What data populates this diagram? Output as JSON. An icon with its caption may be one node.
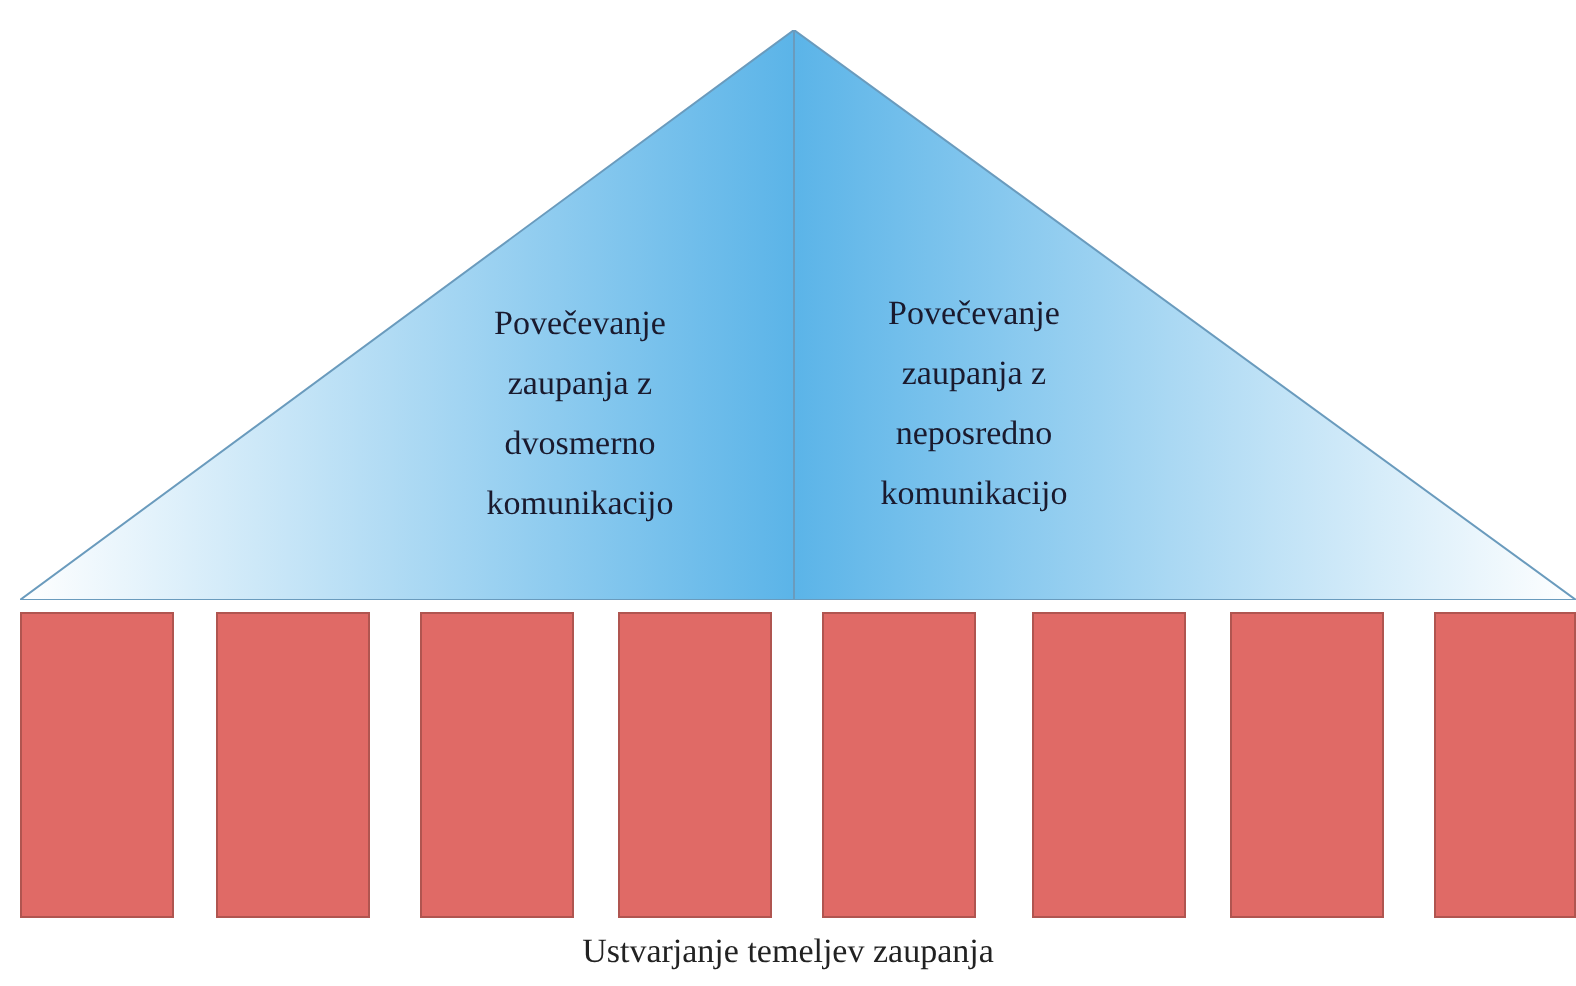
{
  "diagram": {
    "nodes": [
      {
        "text": [
          "Povečevanje zaupanja z dvosmerno komunikacijo"
        ]
      },
      {
        "text": [
          "Povečevanje zaupanja z neposredno komunikacijo"
        ]
      },
      {
        "text": [],
        "shape": "bar"
      },
      {
        "text": [],
        "shape": "bar"
      },
      {
        "text": [],
        "shape": "bar"
      },
      {
        "text": [],
        "shape": "bar"
      },
      {
        "text": [],
        "shape": "bar"
      },
      {
        "text": [],
        "shape": "bar"
      },
      {
        "text": [],
        "shape": "bar"
      },
      {
        "text": [],
        "shape": "bar"
      }
    ],
    "labels": [
      "Ustvarjanje temeljev zaupanja"
    ]
  }
}
